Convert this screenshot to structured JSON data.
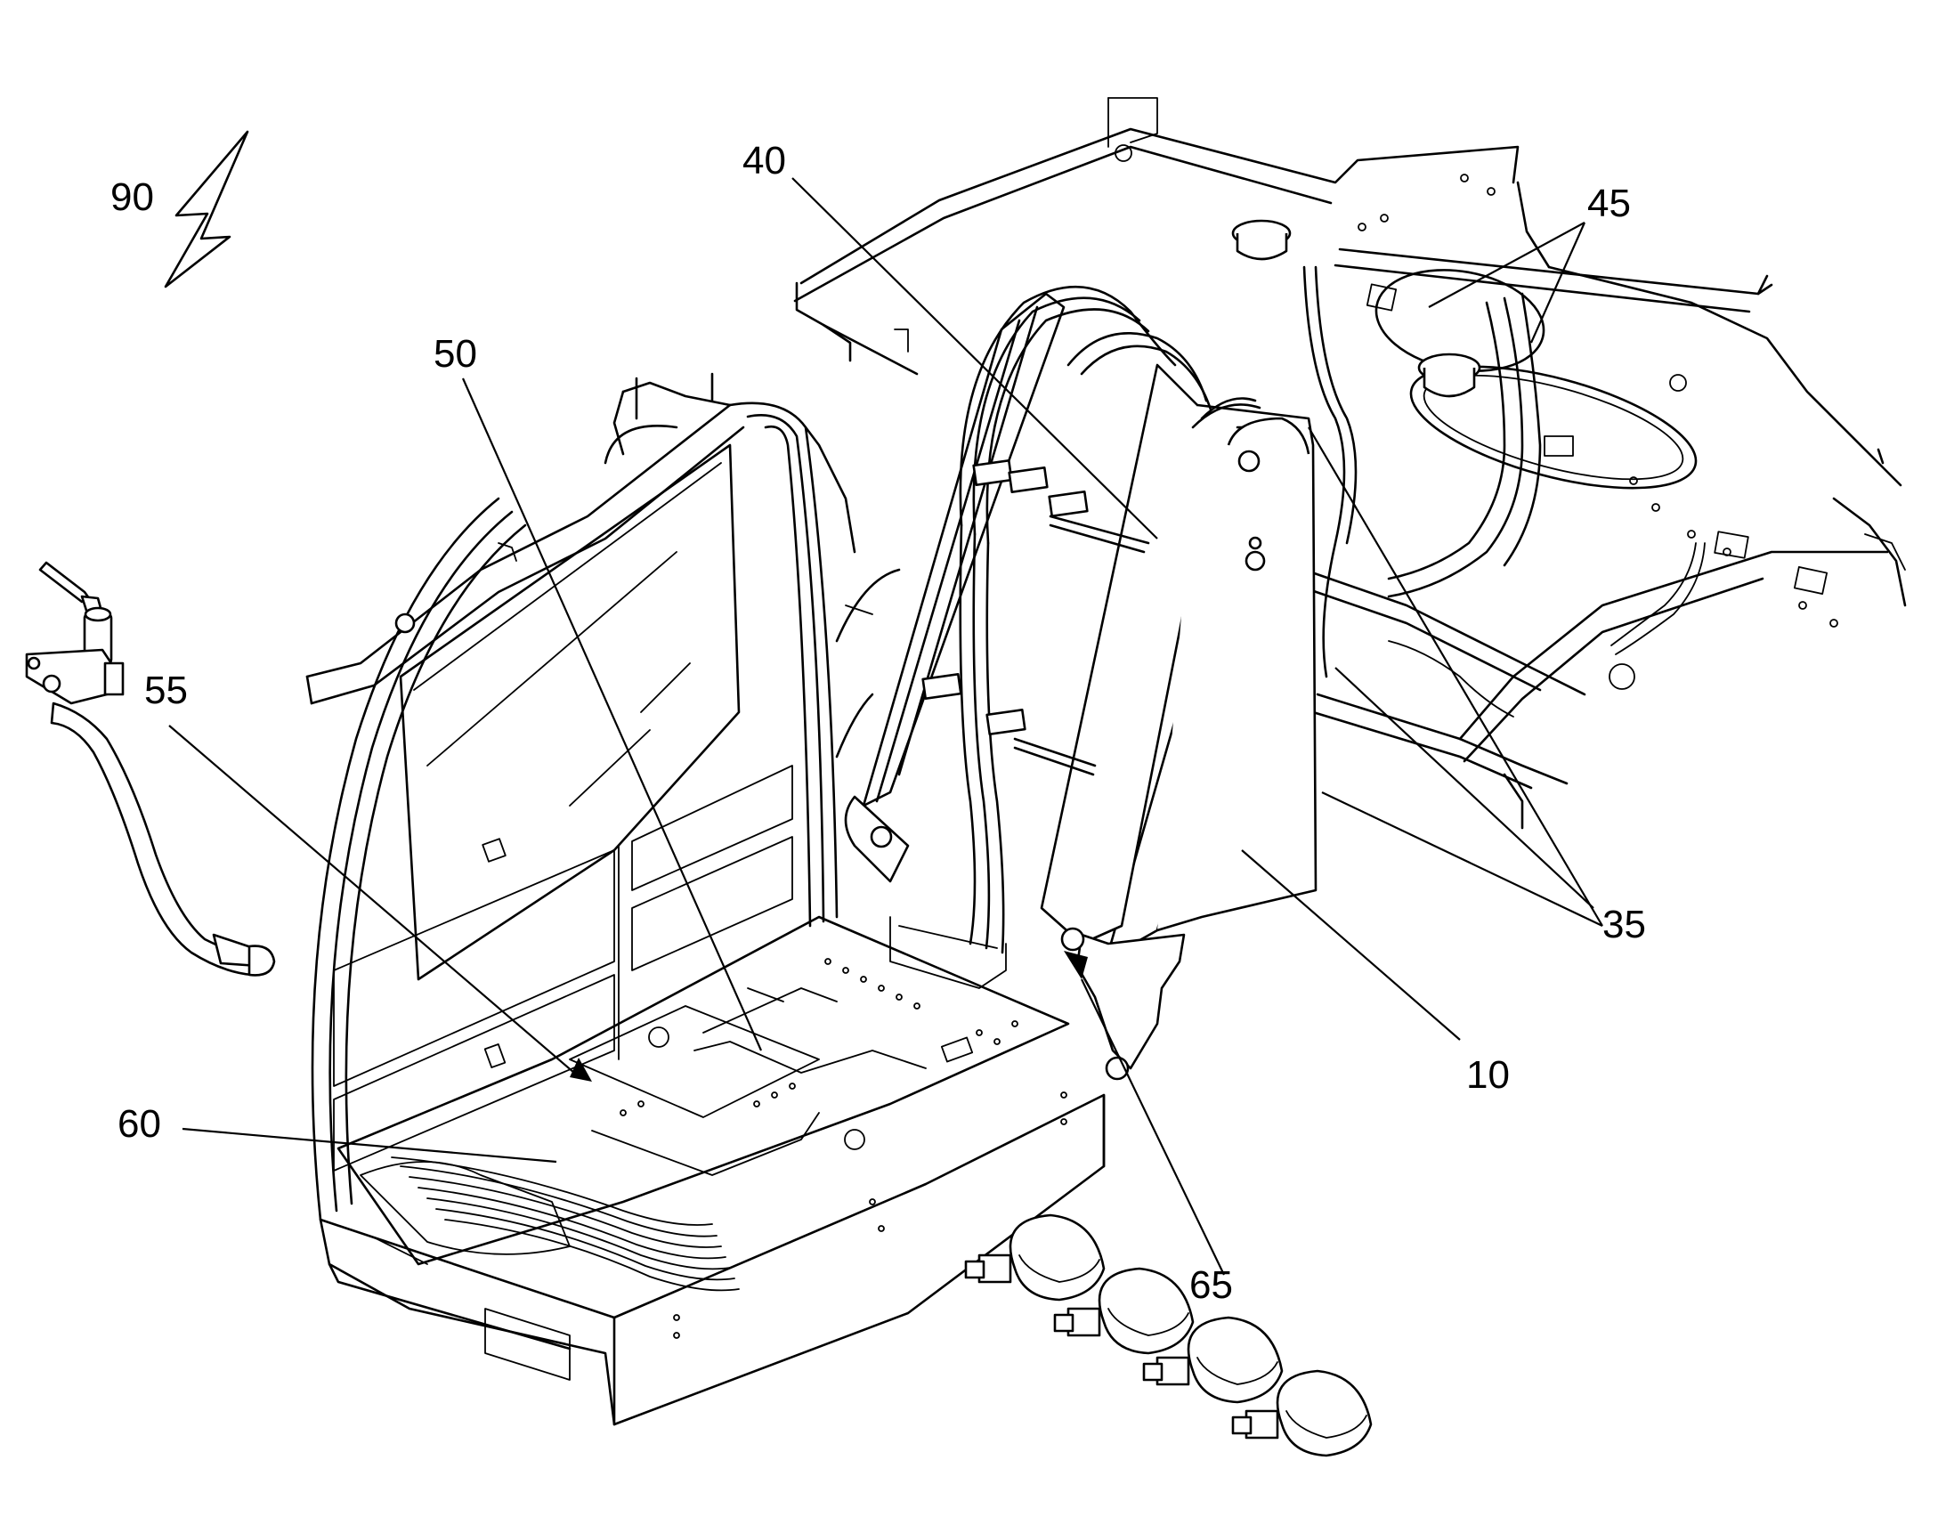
{
  "figure": {
    "reference_numerals": [
      {
        "id": "90",
        "text": "90"
      },
      {
        "id": "40",
        "text": "40"
      },
      {
        "id": "45",
        "text": "45"
      },
      {
        "id": "50",
        "text": "50"
      },
      {
        "id": "55",
        "text": "55"
      },
      {
        "id": "60",
        "text": "60"
      },
      {
        "id": "65",
        "text": "65"
      },
      {
        "id": "35",
        "text": "35"
      },
      {
        "id": "10",
        "text": "10"
      }
    ]
  }
}
